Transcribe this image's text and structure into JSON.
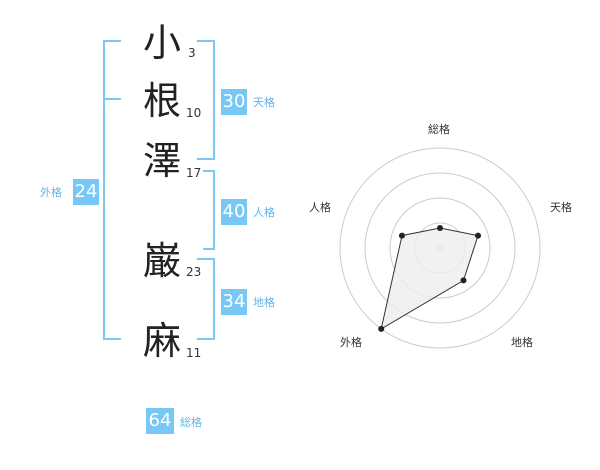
{
  "name_chars": [
    {
      "char": "小",
      "strokes": "3"
    },
    {
      "char": "根",
      "strokes": "10"
    },
    {
      "char": "澤",
      "strokes": "17"
    },
    {
      "char": "巌",
      "strokes": "23"
    },
    {
      "char": "麻",
      "strokes": "11"
    }
  ],
  "scores": {
    "tenkaku": {
      "value": "30",
      "label": "天格"
    },
    "jinkaku": {
      "value": "40",
      "label": "人格"
    },
    "chikaku": {
      "value": "34",
      "label": "地格"
    },
    "gaikaku": {
      "value": "24",
      "label": "外格"
    },
    "soukaku": {
      "value": "64",
      "label": "総格"
    }
  },
  "radar_labels": {
    "top": "総格",
    "upper_right": "天格",
    "lower_right": "地格",
    "lower_left": "外格",
    "upper_left": "人格"
  },
  "colors": {
    "accent": "#78c8f5",
    "accent_text": "#62b4e6",
    "radar_ring": "#cccccc",
    "radar_fill": "#eeeeee",
    "radar_line": "#333333"
  },
  "chart_data": {
    "type": "radar",
    "axes": [
      "総格",
      "天格",
      "地格",
      "外格",
      "人格"
    ],
    "values": [
      1,
      2,
      2,
      5,
      2
    ],
    "range": [
      0,
      5
    ],
    "rings": 4
  }
}
